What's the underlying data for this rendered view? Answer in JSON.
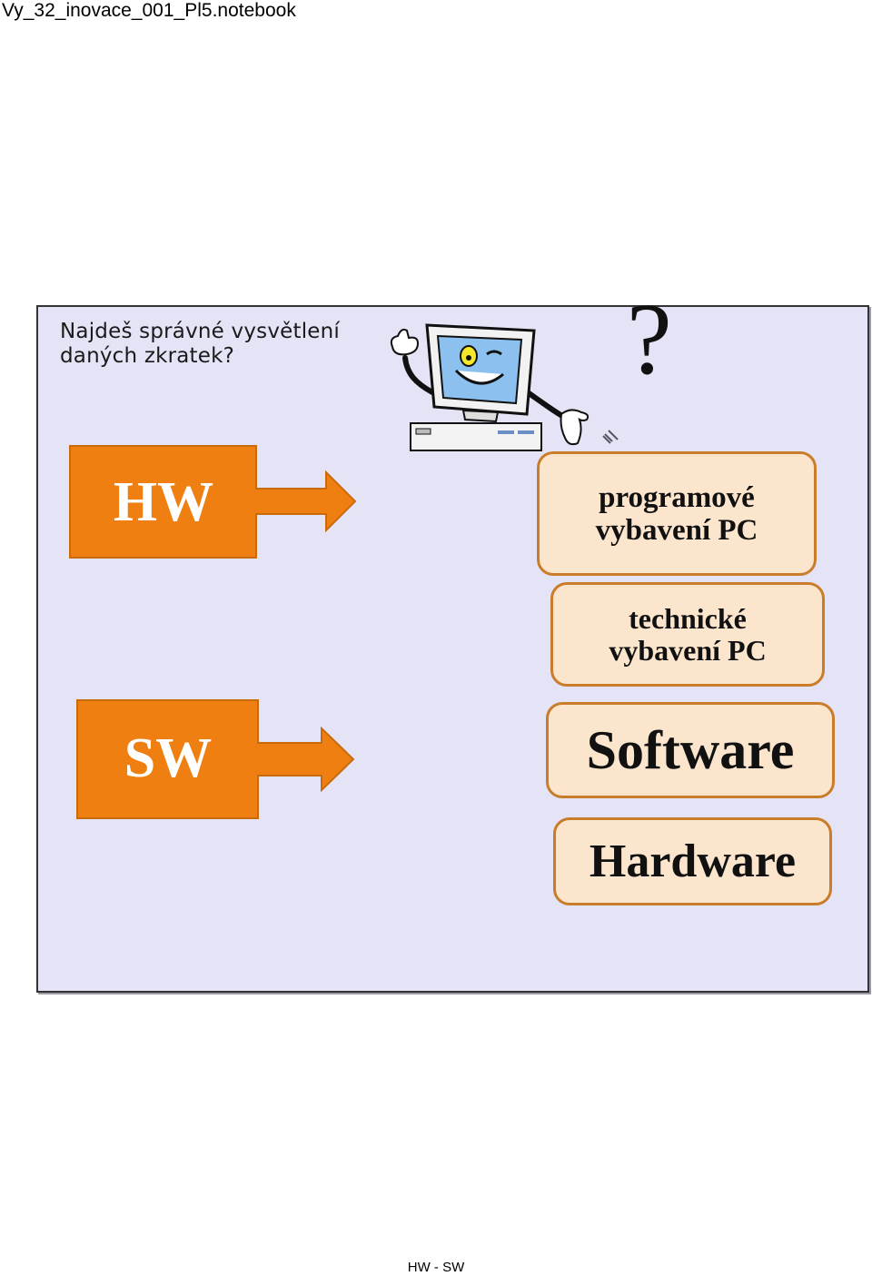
{
  "document": {
    "title": "Vy_32_inovace_001_Pl5.notebook",
    "footer": "HW - SW"
  },
  "slide": {
    "question_line1": "Najdeš správné vysvětlení",
    "question_line2": "daných zkratek?",
    "question_mark": "?",
    "arrows": [
      {
        "label": "HW",
        "color": "#ef7f11"
      },
      {
        "label": "SW",
        "color": "#ef7f11"
      }
    ],
    "cards": [
      {
        "line1": "programové",
        "line2": "vybavení PC"
      },
      {
        "line1": "technické",
        "line2": "vybavení PC"
      },
      {
        "line1": "Software"
      },
      {
        "line1": "Hardware"
      }
    ],
    "colors": {
      "background": "#e4e4f6",
      "card_fill": "#fbe5cd",
      "card_border": "#c97d2a",
      "arrow_fill": "#ef7f11"
    },
    "clipart": "waving-computer-icon"
  }
}
